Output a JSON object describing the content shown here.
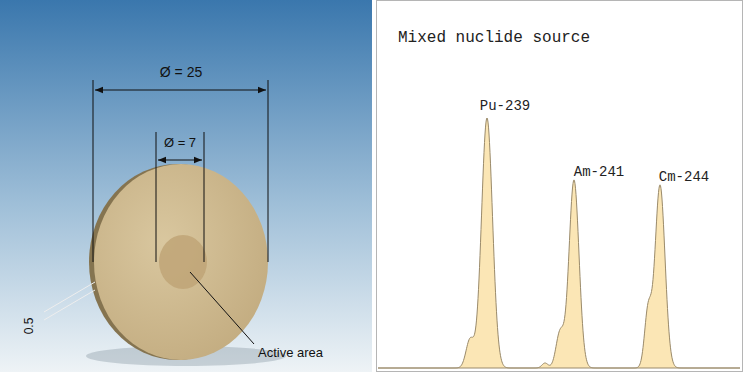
{
  "diagram": {
    "title": "Mixed nuclide source",
    "labels": [
      "Ø = 25",
      "Ø = 7",
      "0.5",
      "Active area",
      "Pu-239",
      "Am-241",
      "Cm-244"
    ]
  }
}
